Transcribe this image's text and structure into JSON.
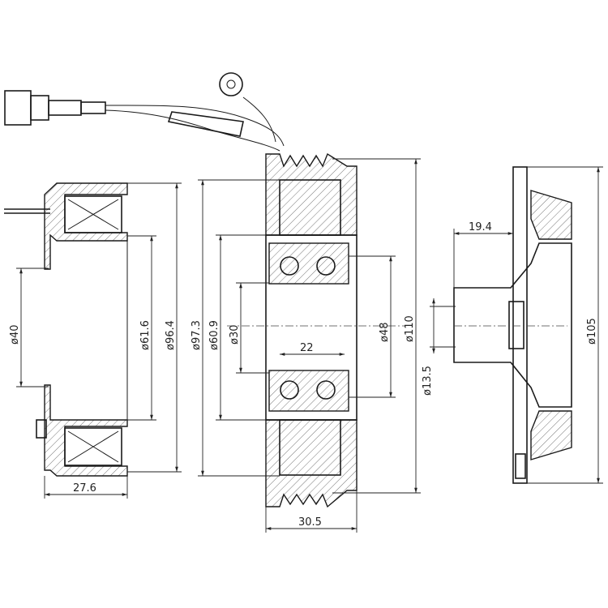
{
  "coil_view": {
    "dim_bore": "ø40",
    "dim_inner": "ø61.6",
    "dim_outer": "ø96.4",
    "dim_width": "27.6"
  },
  "pulley_view": {
    "dim_outer_body": "ø97.3",
    "dim_inner_body": "ø60.9",
    "dim_hub": "ø30",
    "dim_bearing_width": "22",
    "dim_bearing_od": "ø48",
    "dim_pulley_od": "ø110",
    "dim_width": "30.5"
  },
  "hub_view": {
    "dim_hub_length": "19.4",
    "dim_shaft": "ø13.5",
    "dim_plate": "ø105"
  }
}
